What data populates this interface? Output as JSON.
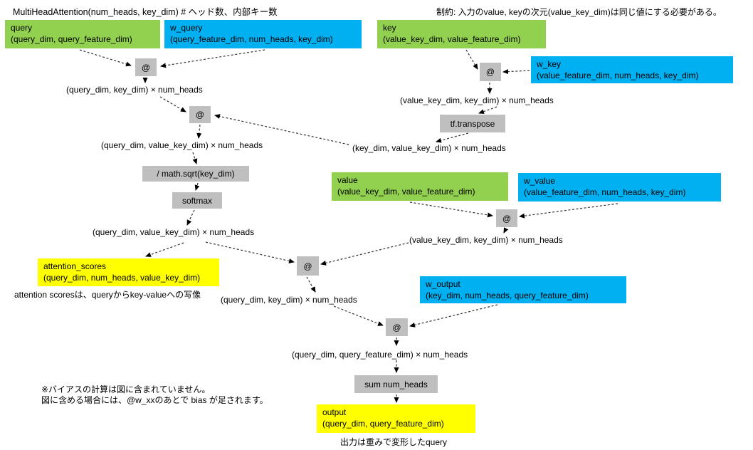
{
  "diagram": {
    "title": "MultiHeadAttention(num_heads, key_dim)  # ヘッド数、内部キー数",
    "constraint_note": "制約: 入力のvalue, keyの次元(value_key_dim)は同じ値にする必要がある。",
    "colors": {
      "input_box": "#92D050",
      "weight_box": "#00B0F0",
      "result_box": "#FFFF00",
      "op_box": "#BFBFBF"
    },
    "nodes": {
      "query": {
        "title": "query",
        "dims": "(query_dim, query_feature_dim)"
      },
      "w_query": {
        "title": "w_query",
        "dims": "(query_feature_dim, num_heads, key_dim)"
      },
      "key": {
        "title": "key",
        "dims": "(value_key_dim, value_feature_dim)"
      },
      "w_key": {
        "title": "w_key",
        "dims": "(value_feature_dim, num_heads, key_dim)"
      },
      "value": {
        "title": "value",
        "dims": "(value_key_dim, value_feature_dim)"
      },
      "w_value": {
        "title": "w_value",
        "dims": "(value_feature_dim, num_heads, key_dim)"
      },
      "w_output": {
        "title": "w_output",
        "dims": "(key_dim, num_heads, query_feature_dim)"
      },
      "attention_scores": {
        "title": "attention_scores",
        "dims": "(query_dim, num_heads, value_key_dim)"
      },
      "output": {
        "title": "output",
        "dims": "(query_dim, query_feature_dim)"
      }
    },
    "ops": {
      "matmul": "@",
      "transpose": "tf.transpose",
      "scale": "/ math.sqrt(key_dim)",
      "softmax": "softmax",
      "sum": "sum num_heads"
    },
    "shape_labels": {
      "q_k_1": "(query_dim, key_dim) × num_heads",
      "vk_k_key": "(value_key_dim, key_dim) × num_heads",
      "k_vk": "(key_dim, value_key_dim) × num_heads",
      "q_vk_1": "(query_dim, value_key_dim) × num_heads",
      "q_vk_2": "(query_dim, value_key_dim) × num_heads",
      "vk_k_value": "(value_key_dim, key_dim) × num_heads",
      "q_k_2": "(query_dim, key_dim) × num_heads",
      "q_qf": "(query_dim, query_feature_dim) × num_heads"
    },
    "notes": {
      "attention_mapping": "attention scoresは、queryからkey-valueへの写像",
      "bias_line1": "※バイアスの計算は図に含まれていません。",
      "bias_line2": "図に含める場合には、@w_xxのあとで bias が足されます。",
      "output_note": "出力は重みで変形したquery"
    }
  }
}
